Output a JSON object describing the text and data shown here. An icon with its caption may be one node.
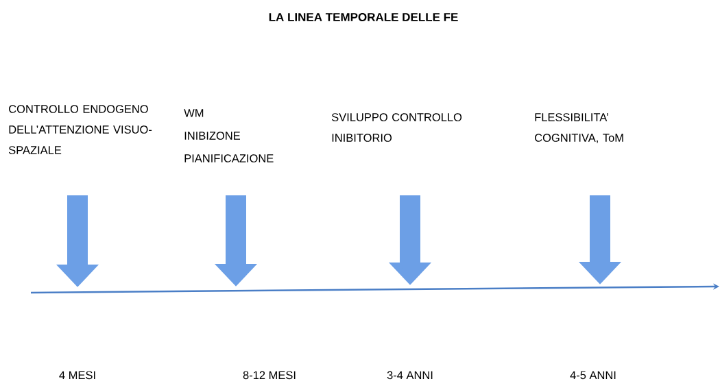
{
  "diagram": {
    "title": "LA LINEA TEMPORALE DELLE FE",
    "labels": [
      "CONTROLLO ENDOGENO DELL’ATTENZIONE VISUO-SPAZIALE",
      "WM",
      "INIBIZONE",
      "PIANIFICAZIONE",
      "SVILUPPO CONTROLLO INIBITORIO",
      "FLESSIBILITA’ COGNITIVA, ToM",
      "4 MESI",
      "8-12 MESI",
      "3-4 ANNI",
      "4-5 ANNI"
    ]
  }
}
